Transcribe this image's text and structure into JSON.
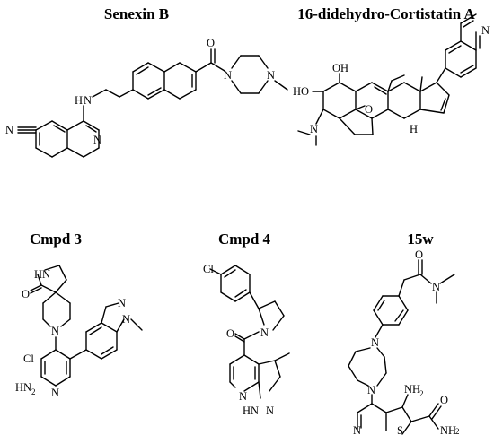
{
  "compounds": [
    {
      "id": "senexin-b",
      "title": "Senexin B",
      "atoms": [
        "O",
        "N",
        "N",
        "H",
        "N",
        "N",
        "N"
      ],
      "subscripts": []
    },
    {
      "id": "cortistatin",
      "title": "16-didehydro-Cortistatin A",
      "atoms": [
        "OH",
        "HO",
        "N",
        "O",
        "H",
        "N"
      ],
      "subscripts": []
    },
    {
      "id": "cmpd-3",
      "title": "Cmpd 3",
      "atoms": [
        "HN",
        "O",
        "N",
        "N",
        "N",
        "Cl",
        "H",
        "N",
        "N"
      ],
      "subscripts": [
        "2"
      ]
    },
    {
      "id": "cmpd-4",
      "title": "Cmpd 4",
      "atoms": [
        "Cl",
        "O",
        "N",
        "N",
        "HN",
        "N"
      ],
      "subscripts": []
    },
    {
      "id": "15w",
      "title": "15w",
      "atoms": [
        "O",
        "N",
        "N",
        "N",
        "NH",
        "N",
        "S",
        "O",
        "NH"
      ],
      "subscripts": [
        "2",
        "2"
      ]
    }
  ]
}
